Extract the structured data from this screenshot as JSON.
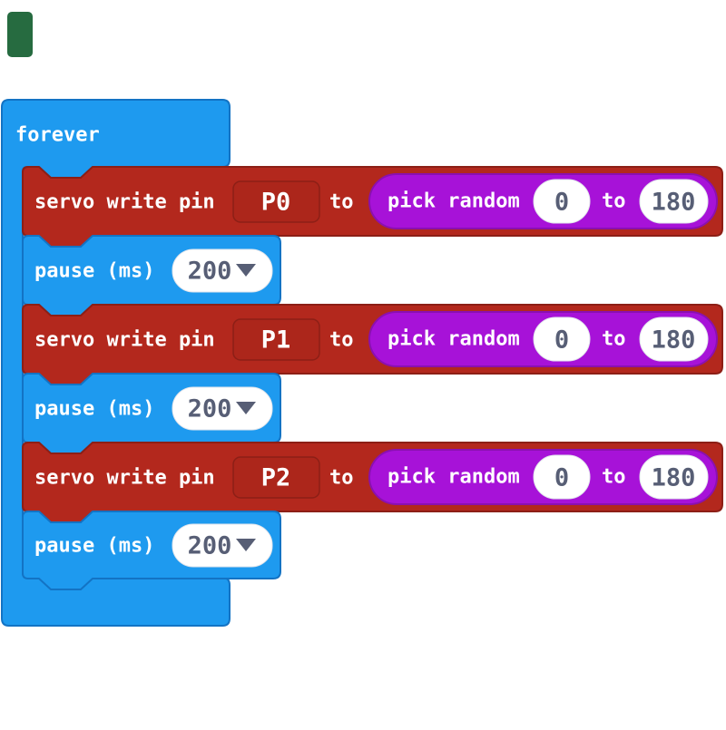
{
  "colors": {
    "blue": "#1e9aef",
    "blue_stroke": "#1373c4",
    "red": "#b3281d",
    "red_dark": "#8c1f16",
    "red_field": "#ac261b",
    "purple": "#a712d8",
    "purple_stroke": "#8a10b0",
    "field_text": "#575e75",
    "white": "#ffffff",
    "green_fragment": "#266b40"
  },
  "forever": {
    "label": "forever"
  },
  "servo_rows": [
    {
      "label": "servo write pin",
      "pin": "P0",
      "to": "to",
      "pick": {
        "label": "pick random",
        "min": "0",
        "to": "to",
        "max": "180"
      }
    },
    {
      "label": "servo write pin",
      "pin": "P1",
      "to": "to",
      "pick": {
        "label": "pick random",
        "min": "0",
        "to": "to",
        "max": "180"
      }
    },
    {
      "label": "servo write pin",
      "pin": "P2",
      "to": "to",
      "pick": {
        "label": "pick random",
        "min": "0",
        "to": "to",
        "max": "180"
      }
    }
  ],
  "pause_rows": [
    {
      "label": "pause (ms)",
      "value": "200"
    },
    {
      "label": "pause (ms)",
      "value": "200"
    },
    {
      "label": "pause (ms)",
      "value": "200"
    }
  ]
}
